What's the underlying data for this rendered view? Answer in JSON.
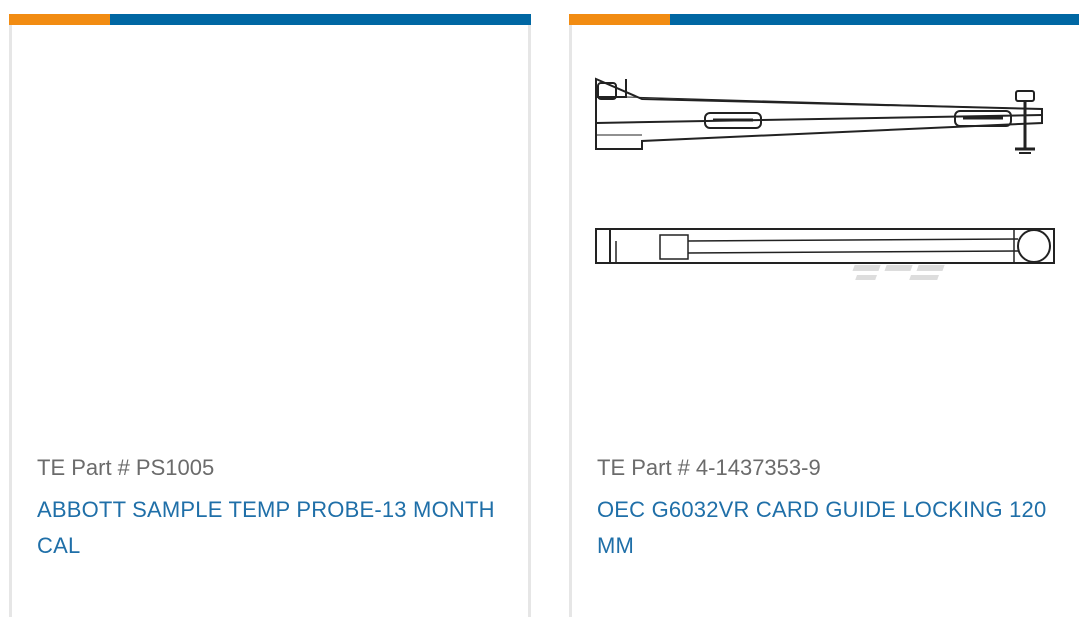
{
  "theme": {
    "accent_orange": "#f28c12",
    "accent_blue": "#0067a3",
    "link_color": "#1f6fa8",
    "muted_text": "#6b6b6b"
  },
  "cards": [
    {
      "part_prefix": "TE Part #",
      "part_number": "PS1005",
      "name": "ABBOTT SAMPLE TEMP PROBE-13 MONTH CAL",
      "image": "none"
    },
    {
      "part_prefix": "TE Part #",
      "part_number": "4-1437353-9",
      "name": "OEC G6032VR CARD GUIDE LOCKING 120 MM",
      "image": "card-guide-drawing"
    }
  ]
}
